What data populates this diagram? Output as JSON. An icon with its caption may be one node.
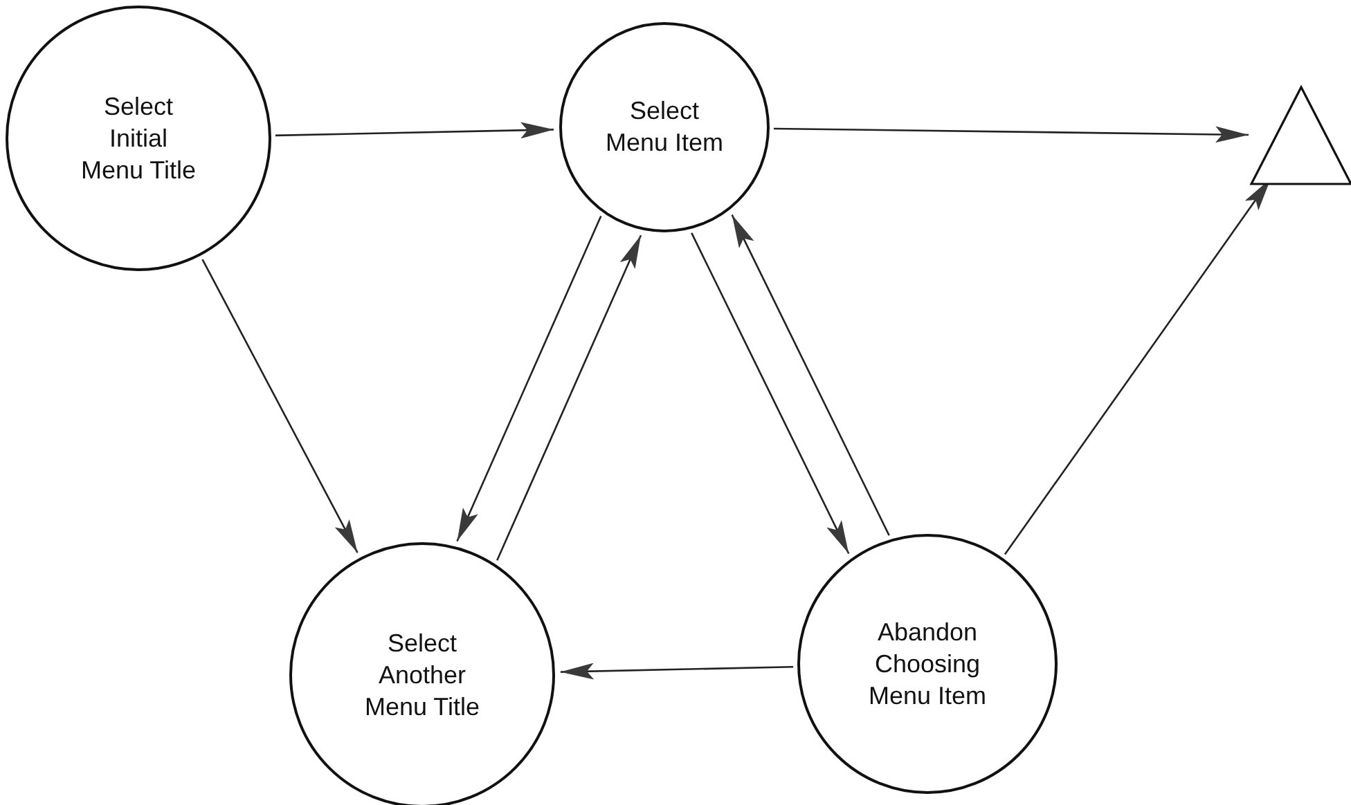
{
  "diagram": {
    "nodes": [
      {
        "text": [
          "Select Initial Menu Title"
        ]
      },
      {
        "text": [
          "Select Menu Item"
        ]
      },
      {
        "text": [
          "Select Another Menu Title"
        ]
      },
      {
        "text": [
          "Abandon Choosing Menu Item"
        ]
      },
      {
        "text": [],
        "shape": "triangle"
      }
    ],
    "edges": [
      {
        "from": 0,
        "to": 1,
        "arrow": "to"
      },
      {
        "from": 1,
        "to": 4,
        "arrow": "to"
      },
      {
        "from": 0,
        "to": 2,
        "arrow": "to"
      },
      {
        "from": 1,
        "to": 2,
        "arrow": "to"
      },
      {
        "from": 2,
        "to": 1,
        "arrow": "to"
      },
      {
        "from": 1,
        "to": 3,
        "arrow": "to"
      },
      {
        "from": 3,
        "to": 1,
        "arrow": "to"
      },
      {
        "from": 3,
        "to": 2,
        "arrow": "to"
      },
      {
        "from": 3,
        "to": 4,
        "arrow": "to"
      }
    ]
  }
}
